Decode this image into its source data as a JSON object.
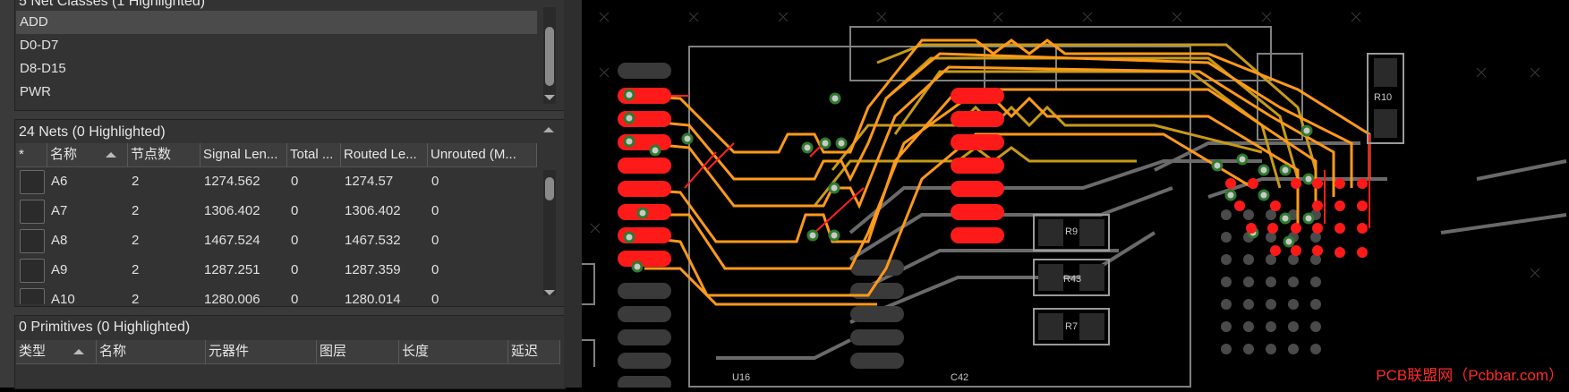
{
  "net_classes": {
    "title": "5 Net Classes (1 Highlighted)",
    "items": [
      "ADD",
      "D0-D7",
      "D8-D15",
      "PWR"
    ]
  },
  "nets": {
    "title": "24 Nets (0 Highlighted)",
    "columns": [
      "*",
      "名称",
      "节点数",
      "Signal Len...",
      "Total ...",
      "Routed Le...",
      "Unrouted (M..."
    ],
    "rows": [
      {
        "name": "A6",
        "nodes": "2",
        "signal": "1274.562",
        "total": "0",
        "routed": "1274.57",
        "unrouted": "0"
      },
      {
        "name": "A7",
        "nodes": "2",
        "signal": "1306.402",
        "total": "0",
        "routed": "1306.402",
        "unrouted": "0"
      },
      {
        "name": "A8",
        "nodes": "2",
        "signal": "1467.524",
        "total": "0",
        "routed": "1467.532",
        "unrouted": "0"
      },
      {
        "name": "A9",
        "nodes": "2",
        "signal": "1287.251",
        "total": "0",
        "routed": "1287.359",
        "unrouted": "0"
      },
      {
        "name": "A10",
        "nodes": "2",
        "signal": "1280.006",
        "total": "0",
        "routed": "1280.014",
        "unrouted": "0"
      }
    ]
  },
  "primitives": {
    "title": "0 Primitives (0 Highlighted)",
    "columns": [
      "类型",
      "名称",
      "元器件",
      "图层",
      "长度",
      "延迟"
    ]
  },
  "pcb": {
    "designators": {
      "r10": "R10",
      "r9": "R9",
      "r43": "R43",
      "r7": "R7",
      "u16": "U16",
      "c42": "C42"
    },
    "watermark": "PCB联盟网（Pcbbar.com）",
    "colors": {
      "pad": "#ff1a1a",
      "trace_orange": "#ff9a1a",
      "trace_gold": "#c79a18",
      "trace_gray": "#7a7a7a",
      "via_ring": "#2f7a2f"
    }
  }
}
